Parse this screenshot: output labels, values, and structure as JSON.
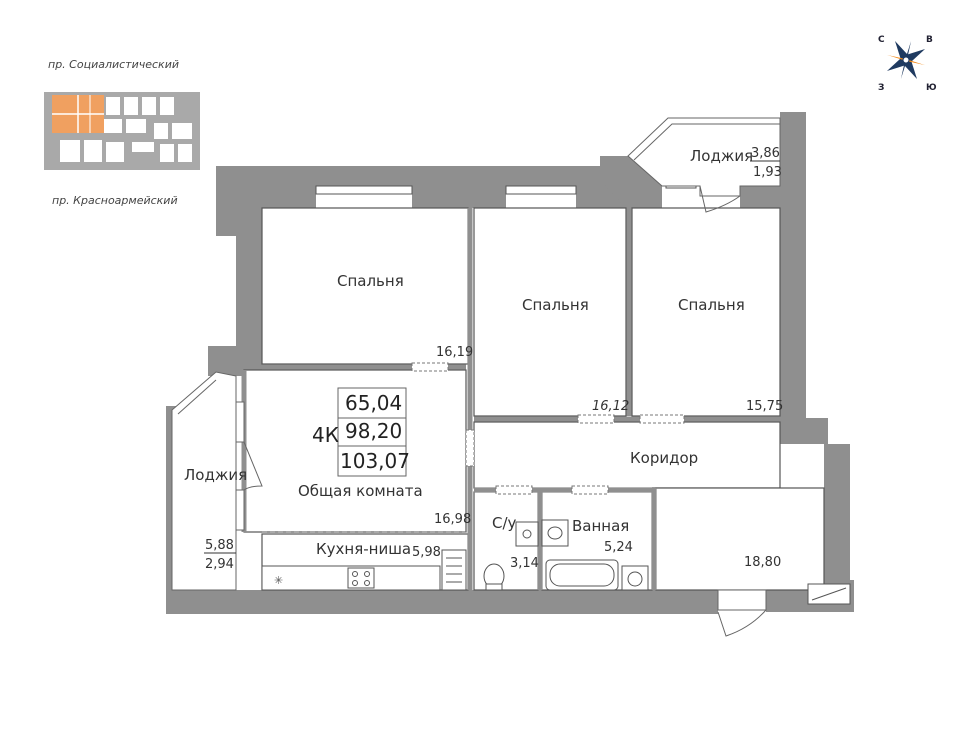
{
  "streets": {
    "top": "пр. Социалистический",
    "bottom": "пр. Красноармейский"
  },
  "compass": {
    "n": "С",
    "e": "В",
    "s": "Ю",
    "w": "З"
  },
  "apartment": {
    "type": "4К",
    "living_area": "65,04",
    "total_area": "98,20",
    "total_with_loggias": "103,07"
  },
  "rooms": {
    "bedroom1": {
      "label": "Спальня",
      "area": "16,19"
    },
    "bedroom2": {
      "label": "Спальня",
      "area": "16,12"
    },
    "bedroom3": {
      "label": "Спальня",
      "area": "15,75"
    },
    "living": {
      "label": "Общая комната",
      "area": "16,98"
    },
    "kitchen": {
      "label": "Кухня-ниша",
      "area": "5,98"
    },
    "corridor": {
      "label": "Коридор",
      "area": "18,80"
    },
    "wc": {
      "label": "С/у",
      "area": "3,14"
    },
    "bathroom": {
      "label": "Ванная",
      "area": "5,24"
    },
    "loggia_left": {
      "label": "Лоджия",
      "area": "5,88",
      "area_reduced": "2,94"
    },
    "loggia_right": {
      "label": "Лоджия",
      "area": "3,86",
      "area_reduced": "1,93"
    }
  },
  "colors": {
    "wall": "#8f8f8f",
    "highlight": "#f0a060",
    "compass_arrow": "#f08a1c",
    "line": "#333333"
  }
}
